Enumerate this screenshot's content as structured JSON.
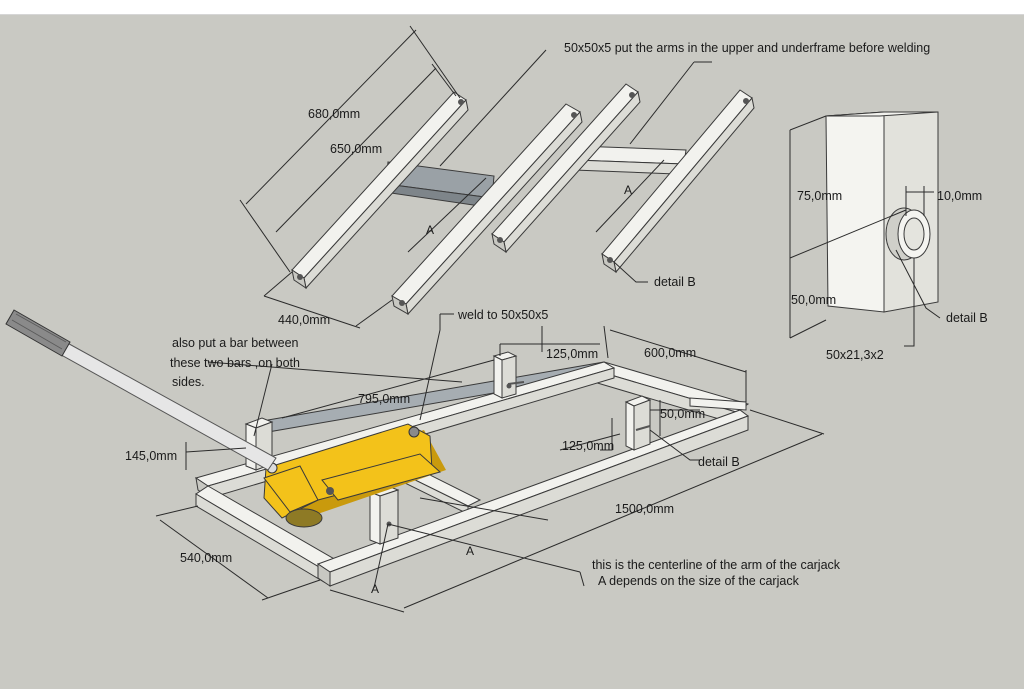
{
  "colors": {
    "background": "#c9c9c3",
    "frame": "#efefea",
    "jack": "#f3c21a",
    "jack_shadow": "#c99a0d",
    "handle": "#e6e6e6"
  },
  "labels": {
    "note_arms": "50x50x5 put the arms in the upper and underframe before welding",
    "dim_680": "680,0mm",
    "dim_650": "650,0mm",
    "dim_440": "440,0mm",
    "mark_a_arm1": "A",
    "mark_a_arm2": "A",
    "detail_b_arms": "detail B",
    "dim_75": "75,0mm",
    "dim_10": "10,0mm",
    "dim_50_block": "50,0mm",
    "detail_b_block": "detail B",
    "pipe_spec": "50x21,3x2",
    "weld_note": "weld to 50x50x5",
    "bar_note_1": "also put a bar between",
    "bar_note_2": "these two bars ,on both",
    "bar_note_3": "sides.",
    "dim_125_top": "125,0mm",
    "dim_600": "600,0mm",
    "dim_795": "795,0mm",
    "dim_50_frame": "50,0mm",
    "dim_125_mid": "125,0mm",
    "dim_145": "145,0mm",
    "detail_b_frame": "detail B",
    "dim_1500": "1500,0mm",
    "dim_540": "540,0mm",
    "mark_a_frame": "A",
    "mark_a_small": "A",
    "centerline_note_1": "this is the centerline of the arm of the carjack",
    "centerline_note_2": "A depends on the size of the carjack"
  }
}
